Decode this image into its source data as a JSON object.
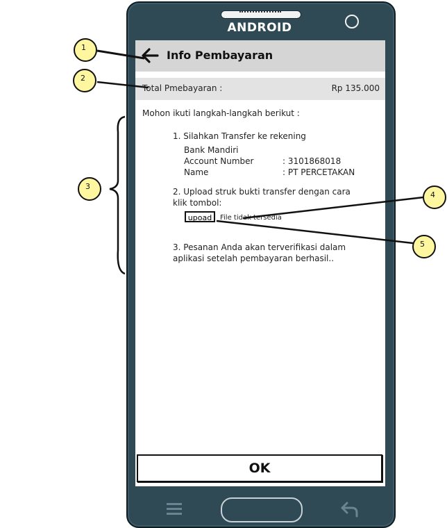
{
  "device": {
    "brand": "ANDROID"
  },
  "appbar": {
    "title": "Info Pembayaran",
    "back_icon": "arrow-left-icon"
  },
  "total": {
    "label": "Total Pmebayaran :",
    "value": "Rp 135.000"
  },
  "content": {
    "intro": "Mohon ikuti langkah-langkah berikut :",
    "step1": "1. Silahkan Transfer ke rekening",
    "bank_name": "Bank Mandiri",
    "account_label": "Account Number",
    "account_value": ": 3101868018",
    "name_label": "Name",
    "name_value": ": PT PERCETAKAN",
    "step2": "2. Upload struk bukti transfer dengan cara klik tombol:",
    "upload_label": "upoad",
    "file_status": "File tidak tersedia",
    "step3": "3. Pesanan Anda akan terverifikasi dalam aplikasi setelah pembayaran berhasil.."
  },
  "footer": {
    "ok_label": "OK"
  },
  "annotations": [
    "1",
    "2",
    "3",
    "4",
    "5"
  ],
  "colors": {
    "phone_body": "#2f4a55",
    "appbar": "#d5d5d5",
    "total_bar": "#e3e3e3",
    "bubble": "#fff6a0"
  }
}
